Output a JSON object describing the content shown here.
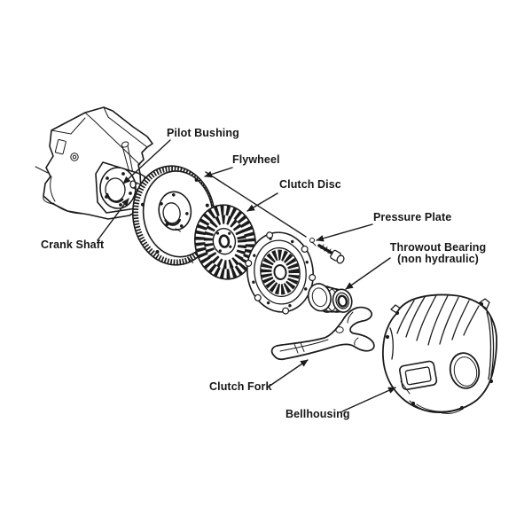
{
  "diagram": {
    "type": "exploded-parts-diagram",
    "subject": "Clutch and bellhousing assembly",
    "colors": {
      "background": "#ffffff",
      "line": "#1b1b1b",
      "text": "#161616"
    },
    "labels": {
      "pilot_bushing": "Pilot Bushing",
      "flywheel": "Flywheel",
      "clutch_disc": "Clutch Disc",
      "pressure_plate": "Pressure Plate",
      "throwout_bearing_line1": "Throwout Bearing",
      "throwout_bearing_line2": "(non hydraulic)",
      "crank_shaft": "Crank Shaft",
      "clutch_fork": "Clutch Fork",
      "bellhousing": "Bellhousing"
    }
  }
}
